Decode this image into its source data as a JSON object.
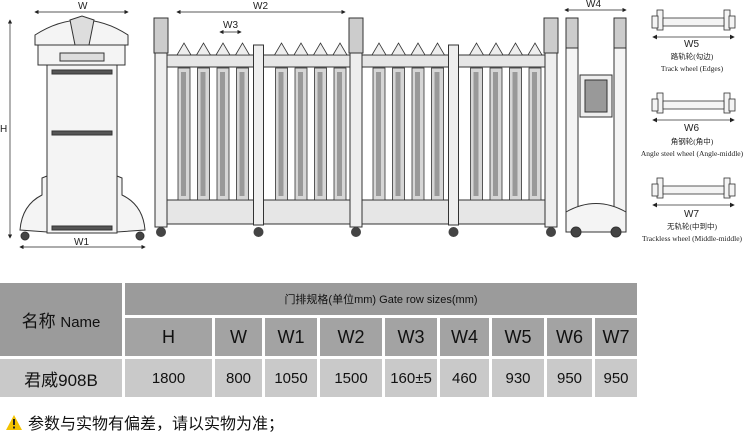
{
  "drawing": {
    "labels": {
      "w": "W",
      "h": "H",
      "w1": "W1",
      "w2": "W2",
      "w3": "W3",
      "w4": "W4"
    },
    "wheels": [
      {
        "label": "W5",
        "cn": "路轨轮(勾边)",
        "en": "Track wheel (Edges)"
      },
      {
        "label": "W6",
        "cn": "角钢轮(角中)",
        "en": "Angle steel wheel (Angle-middle)"
      },
      {
        "label": "W7",
        "cn": "无轨轮(中到中)",
        "en": "Trackless wheel (Middle-middle)"
      }
    ]
  },
  "table": {
    "name_header": "名称",
    "name_header_en": "Name",
    "group_header": "门排规格(单位mm)   Gate row sizes(mm)",
    "columns": [
      "H",
      "W",
      "W1",
      "W2",
      "W3",
      "W4",
      "W5",
      "W6",
      "W7"
    ],
    "rows": [
      {
        "name": "君威908B",
        "values": [
          "1800",
          "800",
          "1050",
          "1500",
          "160±5",
          "460",
          "930",
          "950",
          "950"
        ]
      }
    ]
  },
  "note": {
    "icon": "warning-icon",
    "text": "参数与实物有偏差，请以实物为准；",
    "color": "#f2c200"
  }
}
